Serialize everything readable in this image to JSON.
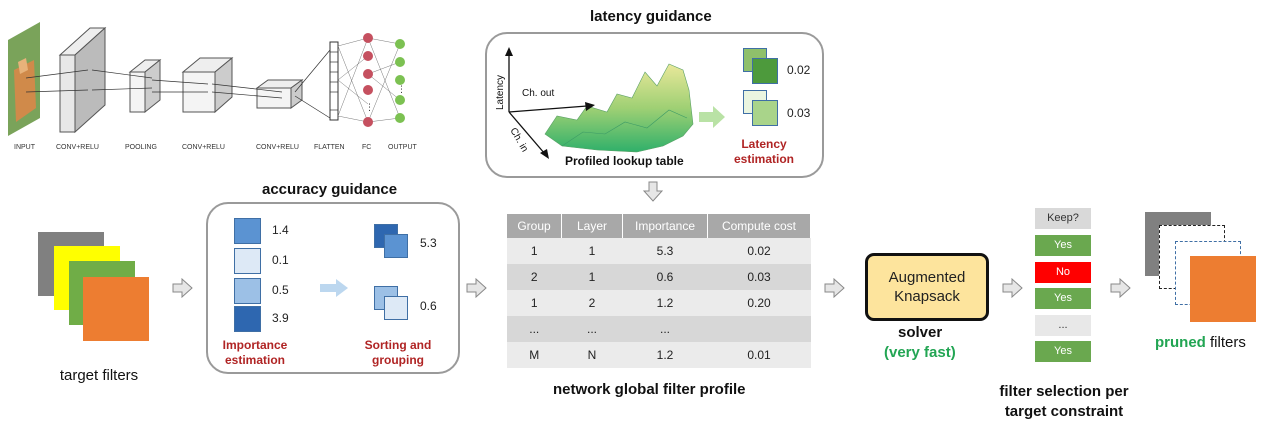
{
  "cnn": {
    "layers": [
      "INPUT",
      "CONV+RELU",
      "POOLING",
      "CONV+RELU",
      "CONV+RELU",
      "FLATTEN",
      "FC",
      "OUTPUT"
    ]
  },
  "latency": {
    "heading": "latency guidance",
    "axis_latency": "Latency",
    "axis_ch_out": "Ch. out",
    "axis_ch_in": "Ch. in",
    "surface_label": "Profiled lookup table",
    "values": [
      "0.02",
      "0.03"
    ],
    "estimation_line1": "Latency",
    "estimation_line2": "estimation"
  },
  "accuracy": {
    "heading": "accuracy guidance",
    "importance_values": [
      "1.4",
      "0.1",
      "0.5",
      "3.9"
    ],
    "group_values": [
      "5.3",
      "0.6"
    ],
    "importance_line1": "Importance",
    "importance_line2": "estimation",
    "sorting_line1": "Sorting and",
    "sorting_line2": "grouping"
  },
  "target": {
    "caption": "target filters"
  },
  "profile": {
    "caption": "network global filter profile",
    "headers": [
      "Group",
      "Layer",
      "Importance",
      "Compute cost"
    ],
    "rows": [
      [
        "1",
        "1",
        "5.3",
        "0.02"
      ],
      [
        "2",
        "1",
        "0.6",
        "0.03"
      ],
      [
        "1",
        "2",
        "1.2",
        "0.20"
      ],
      [
        "...",
        "...",
        "...",
        ""
      ],
      [
        "M",
        "N",
        "1.2",
        "0.01"
      ]
    ]
  },
  "solver": {
    "box_line1": "Augmented",
    "box_line2": "Knapsack",
    "label": "solver",
    "sublabel": "(very fast)"
  },
  "selection": {
    "header": "Keep?",
    "items": [
      {
        "label": "Yes",
        "color": "#6aa84f"
      },
      {
        "label": "No",
        "color": "#ff0000"
      },
      {
        "label": "Yes",
        "color": "#6aa84f"
      },
      {
        "label": "...",
        "color": "#e8e8e8"
      },
      {
        "label": "Yes",
        "color": "#6aa84f"
      }
    ],
    "caption_line1": "filter selection per",
    "caption_line2": "target constraint"
  },
  "pruned": {
    "word": "pruned",
    "rest": "filters"
  },
  "colors": {
    "red_label": "#b02424",
    "green_label": "#22a553",
    "filter_gray": "#808080",
    "filter_yellow": "#ffff00",
    "filter_green": "#70ad47",
    "filter_orange": "#ed7d31"
  }
}
